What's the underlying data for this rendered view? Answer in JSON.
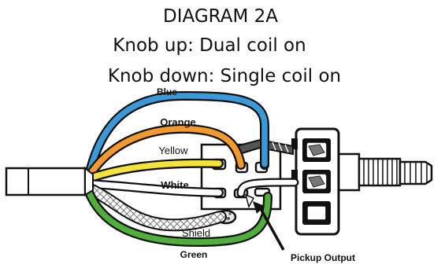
{
  "title": {
    "line1": "DIAGRAM 2A",
    "line2": "Knob up: Dual coil on",
    "line3": "Knob down: Single coil on"
  },
  "wires": {
    "blue": "Blue",
    "orange": "Orange",
    "yellow": "Yellow",
    "white": "White",
    "shield": "Shield",
    "green": "Green"
  },
  "pickup_output_label": "Pickup Output",
  "colors": {
    "blue": "#3a9ad9",
    "orange": "#f39a2e",
    "yellow": "#f5e23a",
    "white": "#ffffff",
    "shield": "#c8c8c8",
    "green": "#4fae3c",
    "outline": "#111111"
  },
  "icons": [
    "push-pull-potentiometer-icon",
    "cable-icon",
    "solder-lug-icon"
  ]
}
